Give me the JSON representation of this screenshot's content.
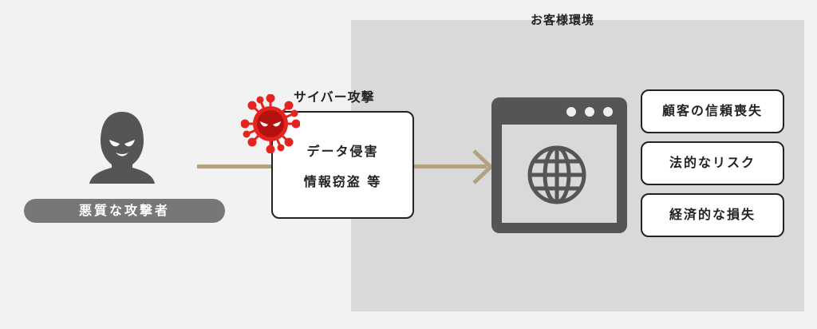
{
  "environment": {
    "title": "お客様環境"
  },
  "attacker": {
    "label": "悪質な攻撃者"
  },
  "attack": {
    "label": "サイバー攻撃",
    "lines": [
      "データ侵害",
      "情報窃盗 等"
    ]
  },
  "results": [
    "顧客の信頼喪失",
    "法的なリスク",
    "経済的な損失"
  ],
  "colors": {
    "background": "#f2f2f2",
    "environment": "#d9d9d9",
    "arrow": "#b3a27f",
    "icon": "#555555",
    "virus": "#e52420"
  }
}
